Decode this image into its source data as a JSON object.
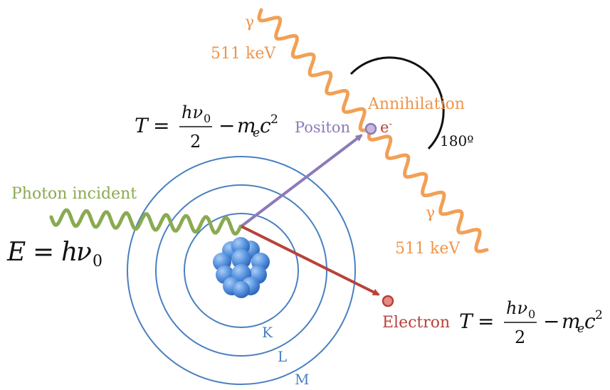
{
  "colors": {
    "shell": "#4a80c0",
    "photon": "#8aaa52",
    "gamma": "#f2a055",
    "gamma_label": "#f0944a",
    "positron": "#8d7ab8",
    "electron": "#b8423a",
    "arc": "#111111",
    "math": "#111111",
    "nucleus": "#4f8ad8"
  },
  "labels": {
    "gamma_top_symbol": "γ",
    "gamma_top_energy": "511 keV",
    "gamma_bottom_symbol": "γ",
    "gamma_bottom_energy": "511 keV",
    "annihilation": "Annihilation",
    "angle": "180º",
    "positron": "Positon",
    "electron_annihilation": "e",
    "electron_annihilation_sup": "-",
    "photon_incident": "Photon incident",
    "electron": "Electron",
    "shell_k": "K",
    "shell_l": "L",
    "shell_m": "M"
  },
  "equations": {
    "energy": {
      "lhs": "E",
      "eq": "=",
      "h": "h",
      "nu": "ν",
      "sub": "0"
    },
    "positron_T": {
      "lhs": "T",
      "eq": "=",
      "num": "hν",
      "num_sub": "0",
      "den": "2",
      "minus": "−",
      "m": "m",
      "m_sub": "e",
      "c": "c",
      "c_sup": "2"
    },
    "electron_T": {
      "lhs": "T",
      "eq": "=",
      "num": "hν",
      "num_sub": "0",
      "den": "2",
      "minus": "−",
      "m": "m",
      "m_sub": "e",
      "c": "c",
      "c_sup": "2"
    }
  }
}
